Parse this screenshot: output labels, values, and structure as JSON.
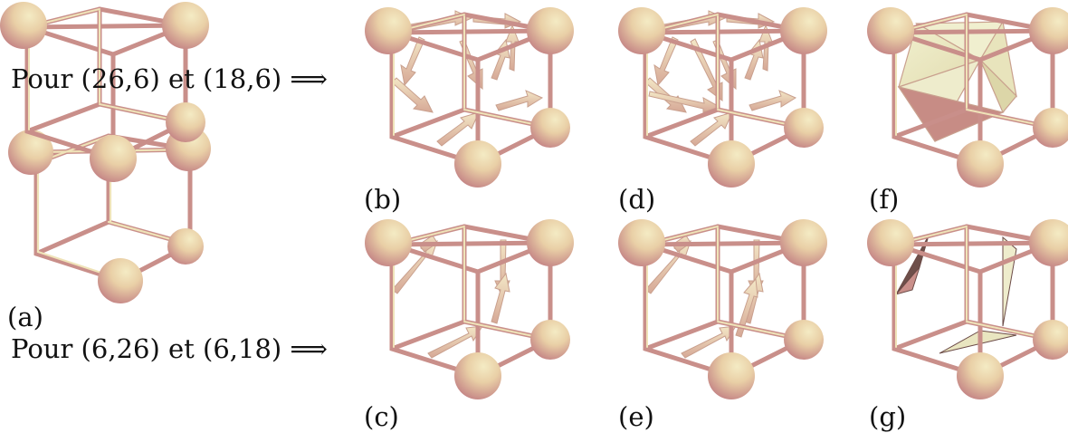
{
  "labels": {
    "row_top": "Pour (26,6) et (18,6) ⟹",
    "row_bottom": "Pour (6,26) et (6,18) ⟹",
    "a": "(a)",
    "b": "(b)",
    "c": "(c)",
    "d": "(d)",
    "e": "(e)",
    "f": "(f)",
    "g": "(g)"
  },
  "colors": {
    "edge_light": "#efe3b8",
    "edge_dark": "#c98f8a",
    "sphere_light": "#f3e7bd",
    "sphere_dark": "#c98a89",
    "face_light": "#eeeec8",
    "face_dark": "#c58a84"
  }
}
